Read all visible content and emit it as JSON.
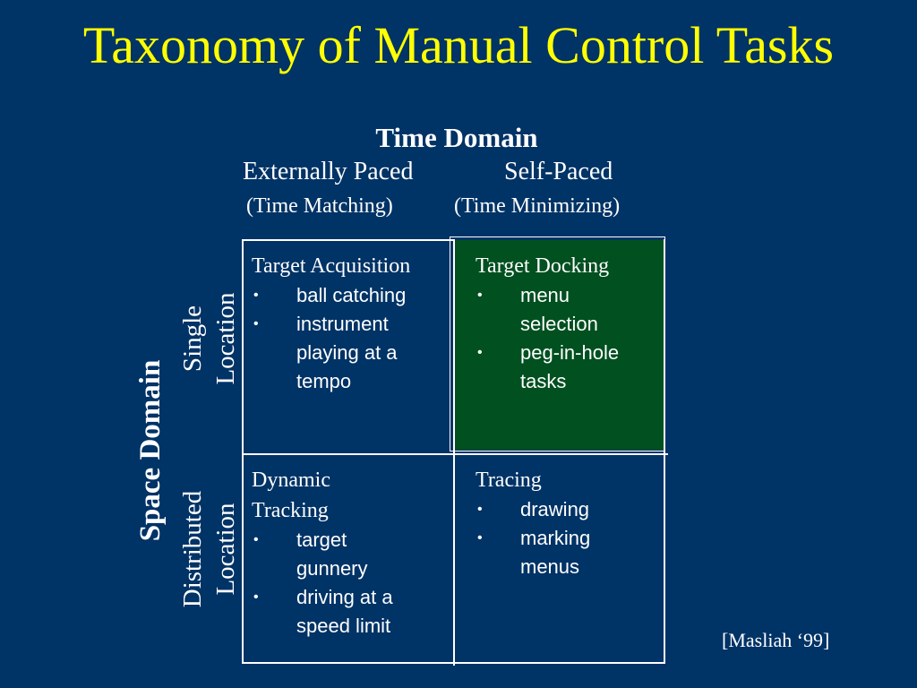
{
  "title": "Taxonomy of Manual Control Tasks",
  "time_domain": {
    "label": "Time Domain",
    "columns": [
      {
        "heading": "Externally Paced",
        "sub": "(Time Matching)"
      },
      {
        "heading": "Self-Paced",
        "sub": "(Time Minimizing)"
      }
    ]
  },
  "space_domain": {
    "label": "Space Domain",
    "rows": [
      {
        "line1": "Single",
        "line2": "Location"
      },
      {
        "line1": "Distributed",
        "line2": "Location"
      }
    ]
  },
  "cells": {
    "target_acquisition": {
      "title": "Target Acquisition",
      "items": [
        "ball catching",
        "instrument playing at a tempo"
      ]
    },
    "target_docking": {
      "title": "Target Docking",
      "items": [
        "menu selection",
        "peg-in-hole tasks"
      ]
    },
    "dynamic_tracking": {
      "title": "Dynamic Tracking",
      "items": [
        "target gunnery",
        "driving at a speed limit"
      ]
    },
    "tracing": {
      "title": "Tracing",
      "items": [
        "drawing",
        "marking menus"
      ]
    }
  },
  "bullet_glyph": "•",
  "citation": "[Masliah ‘99]",
  "colors": {
    "background": "#003366",
    "title": "#ffff00",
    "highlight_cell": "#005020",
    "text": "#ffffff"
  }
}
